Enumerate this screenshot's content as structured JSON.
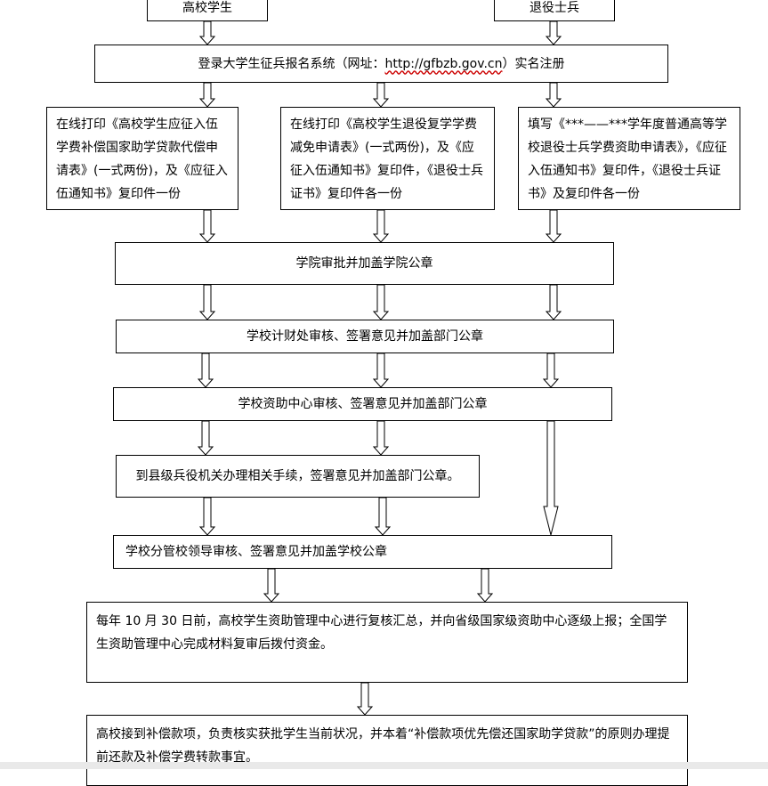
{
  "top_boxes": {
    "student": "高校学生",
    "veteran": "退役士兵"
  },
  "register": {
    "prefix": "登录大学生征兵报名系统（网址：",
    "url": "http://gfbzb.gov.cn",
    "suffix": "）实名注册"
  },
  "forms": {
    "left": "在线打印《高校学生应征入伍学费补偿国家助学贷款代偿申请表》(一式两份)，及《应征入伍通知书》复印件一份",
    "middle": "在线打印《高校学生退役复学学费减免申请表》(一式两份)，及《应征入伍通知书》复印件，《退役士兵证书》复印件各一份",
    "right": "填写《***——***学年度普通高等学校退役士兵学费资助申请表》，《应征入伍通知书》复印件，《退役士兵证书》及复印件各一份"
  },
  "steps": {
    "college": "学院审批并加盖学院公章",
    "finance": "学校计财处审核、签署意见并加盖部门公章",
    "aid_center": "学校资助中心审核、签署意见并加盖部门公章",
    "county": "到县级兵役机关办理相关手续，签署意见并加盖部门公章。",
    "leader": "学校分管校领导审核、签署意见并加盖学校公章",
    "annual": "每年 10 月 30 日前，高校学生资助管理中心进行复核汇总，并向省级国家级资助中心逐级上报；全国学生资助管理中心完成材料复审后拨付资金。",
    "payment": "高校接到补偿款项，负责核实获批学生当前状况，并本着“补偿款项优先偿还国家助学贷款”的原则办理提前还款及补偿学费转款事宜。"
  }
}
